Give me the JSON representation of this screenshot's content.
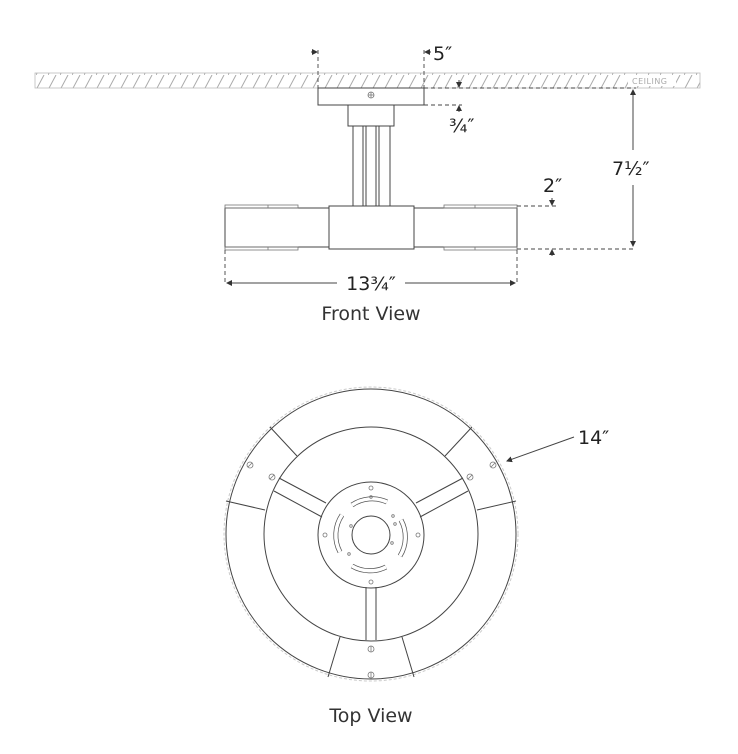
{
  "front_view": {
    "caption": "Front View",
    "ceiling_label": "CEILING",
    "dimensions": {
      "canopy_width": "5″",
      "canopy_height": "¾″",
      "overall_height": "7½″",
      "arm_height": "2″",
      "overall_width": "13¾″"
    }
  },
  "top_view": {
    "caption": "Top View",
    "dimensions": {
      "diameter": "14″"
    }
  },
  "colors": {
    "line": "#444444",
    "hatch": "#bbbbbb"
  }
}
